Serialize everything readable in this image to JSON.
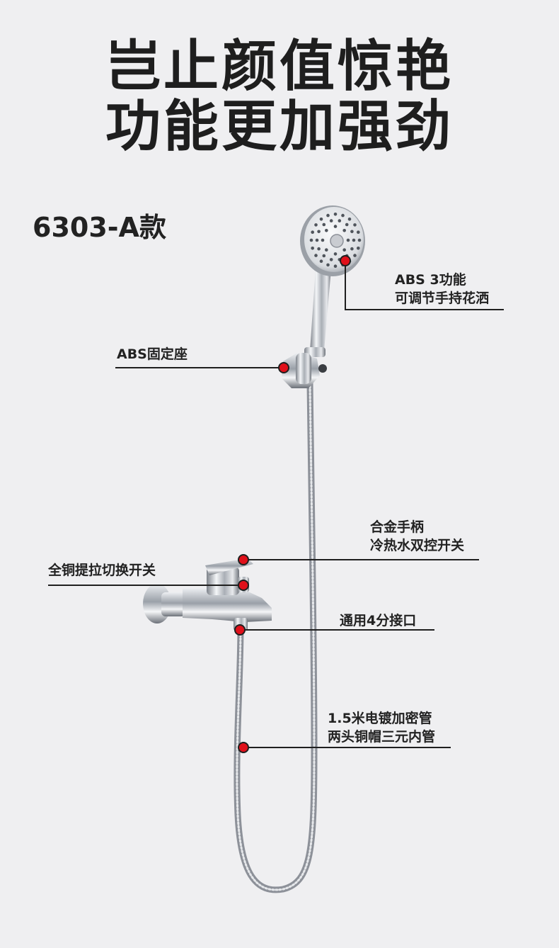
{
  "headline": {
    "line1": "岂止颜值惊艳",
    "line2": "功能更加强劲"
  },
  "model_label": "6303-A款",
  "callouts": {
    "shower_head": {
      "line1": "ABS 3功能",
      "line2": "可调节手持花洒"
    },
    "holder": {
      "line1": "ABS固定座"
    },
    "handle": {
      "line1": "合金手柄",
      "line2": "冷热水双控开关"
    },
    "switch": {
      "line1": "全铜提拉切换开关"
    },
    "interface": {
      "line1": "通用4分接口"
    },
    "hose": {
      "line1": "1.5米电镀加密管",
      "line2": "两头铜帽三元内管"
    }
  },
  "colors": {
    "background": "#efeff1",
    "marker": "#e0101a",
    "line": "#1f1f1f"
  }
}
